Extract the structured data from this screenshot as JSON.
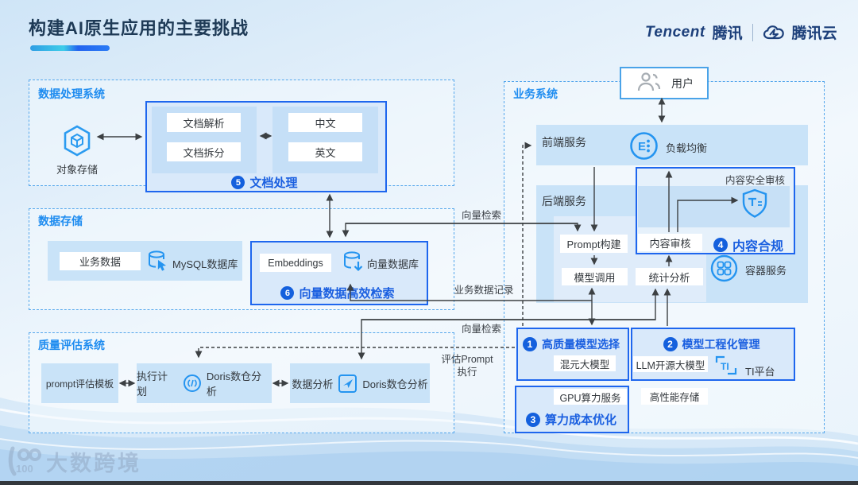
{
  "header": {
    "title": "构建AI原生应用的主要挑战",
    "brand_en": "Tencent",
    "brand_cn": "腾讯",
    "cloud_brand": "腾讯云"
  },
  "panels": {
    "data_processing": {
      "title": "数据处理系统",
      "object_storage": "对象存储",
      "doc_box": {
        "badge": "5",
        "label": "文档处理",
        "left_items": [
          "文档解析",
          "文档拆分"
        ],
        "right_items": [
          "中文",
          "英文"
        ]
      }
    },
    "data_storage": {
      "title": "数据存储",
      "business_data": "业务数据",
      "mysql": "MySQL数据库",
      "vector_box": {
        "badge": "6",
        "label": "向量数据高效检索",
        "embeddings": "Embeddings",
        "vector_db": "向量数据库"
      }
    },
    "quality": {
      "title": "质量评估系统",
      "prompt_template": "prompt评估模板",
      "exec_plan": "执行计划",
      "doris1": "Doris数仓分析",
      "data_analysis": "数据分析",
      "doris2": "Doris数仓分析"
    },
    "business": {
      "title": "业务系统",
      "user": "用户",
      "frontend": "前端服务",
      "load_balancer": "负载均衡",
      "backend": "后端服务",
      "prompt_build": "Prompt构建",
      "model_call": "模型调用",
      "content_review": "内容审核",
      "stats": "统计分析",
      "content_safety": "内容安全审核",
      "compliance": {
        "badge": "4",
        "label": "内容合规"
      },
      "container": "容器服务",
      "model_select": {
        "badge": "1",
        "label": "高质量模型选择",
        "item": "混元大模型"
      },
      "model_eng": {
        "badge": "2",
        "label": "模型工程化管理",
        "item": "LLM开源大模型",
        "ti": "TI平台"
      },
      "compute": {
        "badge": "3",
        "label": "算力成本优化",
        "item": "GPU算力服务"
      },
      "hp_storage": "高性能存储"
    }
  },
  "edges": {
    "vector_search_top": "向量检索",
    "business_record": "业务数据记录",
    "vector_search_bottom": "向量检索",
    "eval_prompt_line1": "评估Prompt",
    "eval_prompt_line2": "执行"
  },
  "watermark": {
    "text": "大数跨境",
    "logo": "100"
  },
  "colors": {
    "accent_blue": "#1a5fe0",
    "panel_title_blue": "#1e8cf0",
    "icon_blue": "#2494f0",
    "line": "#3c4043"
  }
}
